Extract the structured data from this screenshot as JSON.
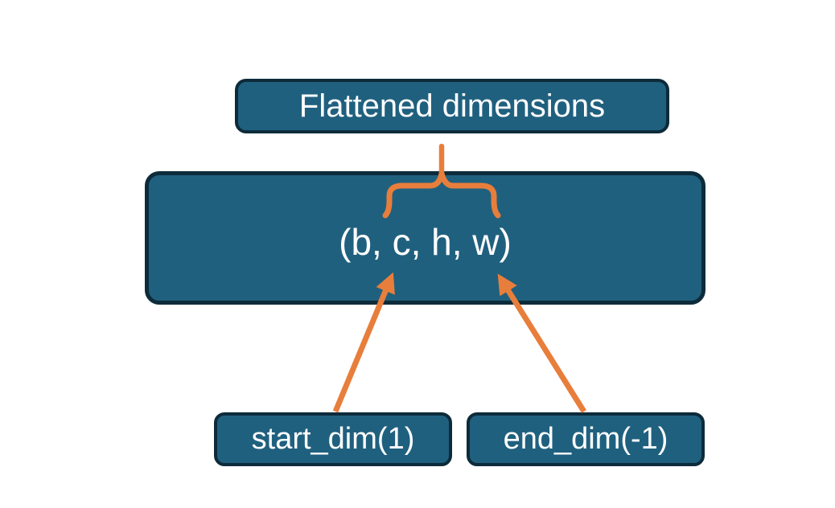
{
  "diagram": {
    "boxes": {
      "flattened": {
        "label": "Flattened dimensions"
      },
      "tensor": {
        "label": "(b, c, h, w)"
      },
      "start_dim": {
        "label": "start_dim(1)"
      },
      "end_dim": {
        "label": "end_dim(-1)"
      }
    },
    "connectors": {
      "brace": "overbrace-pointing-up-to-flattened-dimensions",
      "arrows": [
        "start_dim-arrow-to-tensor",
        "end_dim-arrow-to-tensor"
      ]
    },
    "colors": {
      "box_fill": "#20607f",
      "box_border": "#0d2b3a",
      "accent_orange": "#e87e3b",
      "text": "#ffffff",
      "background": "#ffffff"
    }
  }
}
